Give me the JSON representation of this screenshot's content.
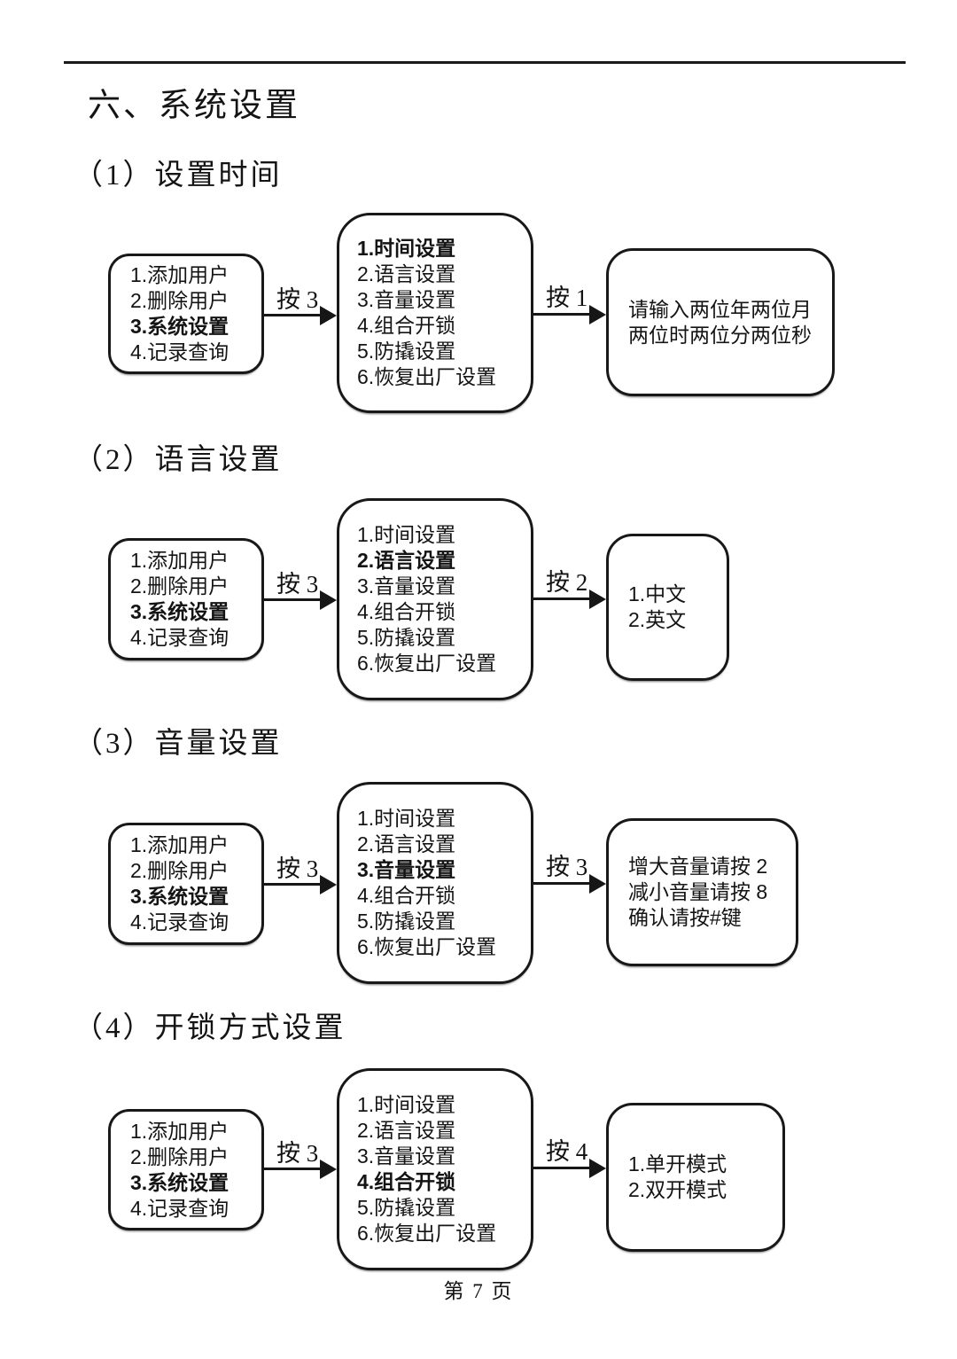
{
  "page": {
    "title": "六、系统设置",
    "page_number": "第 7 页"
  },
  "sections": [
    {
      "heading": "（1）设置时间",
      "main_menu": [
        "1.添加用户",
        "2.删除用户",
        "3.系统设置",
        "4.记录查询"
      ],
      "arrow1_label": "按 3",
      "system_menu": [
        "1.时间设置",
        "2.语言设置",
        "3.音量设置",
        "4.组合开锁",
        "5.防撬设置",
        "6.恢复出厂设置"
      ],
      "arrow2_label": "按 1",
      "result_lines": [
        "请输入两位年两位月",
        "两位时两位分两位秒"
      ]
    },
    {
      "heading": "（2）语言设置",
      "main_menu": [
        "1.添加用户",
        "2.删除用户",
        "3.系统设置",
        "4.记录查询"
      ],
      "arrow1_label": "按 3",
      "system_menu": [
        "1.时间设置",
        "2.语言设置",
        "3.音量设置",
        "4.组合开锁",
        "5.防撬设置",
        "6.恢复出厂设置"
      ],
      "arrow2_label": "按 2",
      "result_lines": [
        "1.中文",
        "2.英文"
      ]
    },
    {
      "heading": "（3）音量设置",
      "main_menu": [
        "1.添加用户",
        "2.删除用户",
        "3.系统设置",
        "4.记录查询"
      ],
      "arrow1_label": "按 3",
      "system_menu": [
        "1.时间设置",
        "2.语言设置",
        "3.音量设置",
        "4.组合开锁",
        "5.防撬设置",
        "6.恢复出厂设置"
      ],
      "arrow2_label": "按 3",
      "result_lines": [
        "增大音量请按 2",
        "减小音量请按 8",
        "确认请按#键"
      ]
    },
    {
      "heading": "（4）开锁方式设置",
      "main_menu": [
        "1.添加用户",
        "2.删除用户",
        "3.系统设置",
        "4.记录查询"
      ],
      "arrow1_label": "按 3",
      "system_menu": [
        "1.时间设置",
        "2.语言设置",
        "3.音量设置",
        "4.组合开锁",
        "5.防撬设置",
        "6.恢复出厂设置"
      ],
      "arrow2_label": "按 4",
      "result_lines": [
        "1.单开模式",
        "2.双开模式"
      ]
    }
  ]
}
